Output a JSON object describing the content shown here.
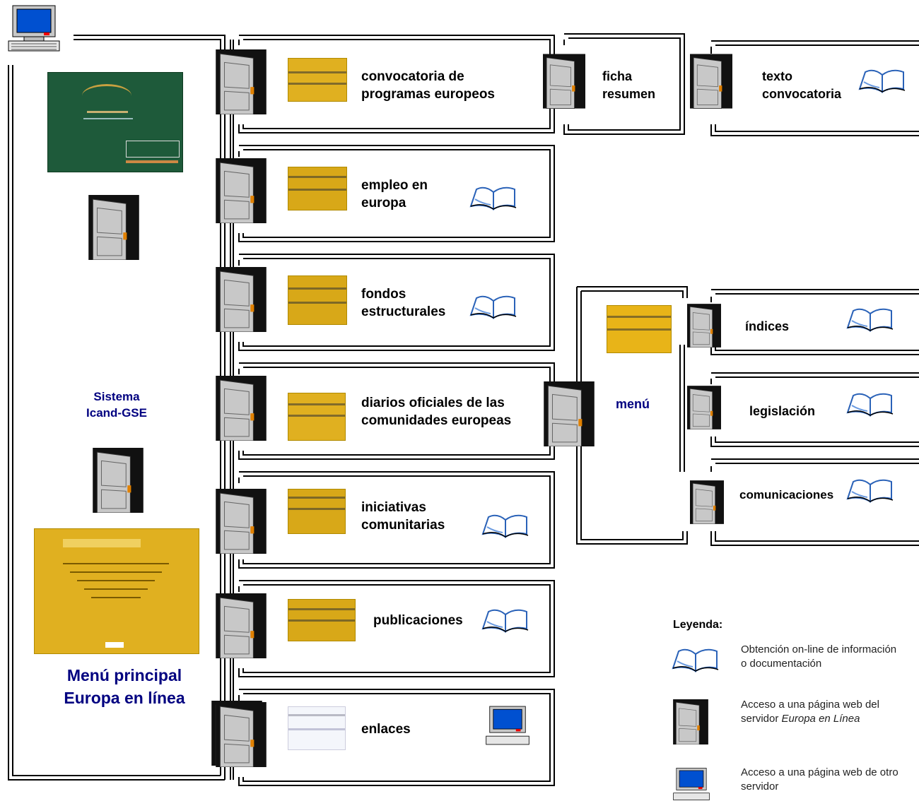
{
  "colors": {
    "navy": "#000080",
    "thumb_yellow": "#e0b020",
    "thumb_green": "#1e5a3a",
    "door_grey": "#a8a8a8"
  },
  "left": {
    "system_label": "Sistema\nIcand-GSE",
    "main_menu_title": "Menú principal\nEuropa en línea"
  },
  "menu_items": [
    {
      "label": "convocatoria de\nprogramas europeos"
    },
    {
      "label": "empleo en\neuropa"
    },
    {
      "label": "fondos\nestructurales"
    },
    {
      "label": "diarios oficiales de las\ncomunidades europeas"
    },
    {
      "label": "iniciativas\ncomunitarias"
    },
    {
      "label": "publicaciones"
    },
    {
      "label": "enlaces"
    }
  ],
  "sub_convocatoria": {
    "ficha": "ficha\nresumen",
    "texto": "texto\nconvocatoria"
  },
  "sub_diarios": {
    "menu": "menú",
    "items": [
      "índices",
      "legislación",
      "comunicaciones"
    ]
  },
  "legend": {
    "title": "Leyenda:",
    "book": "Obtención on-line de información o documentación",
    "door_prefix": "Acceso a una página web del  servidor ",
    "door_em": "Europa en Línea",
    "computer": "Acceso a una página web de otro servidor"
  },
  "icons": {
    "book": "open-book-icon",
    "door": "door-icon",
    "computer": "computer-icon"
  }
}
